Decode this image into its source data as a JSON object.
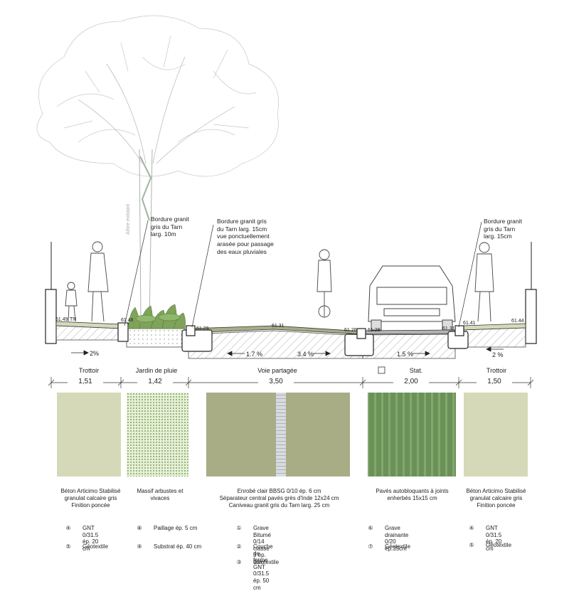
{
  "tree_label": "Arbre existant",
  "callouts": {
    "bordure_left": "Bordure granit\ngris du Tarn\nlarg. 10m",
    "bordure_center": "Bordure granit gris\ndu Tarn larg. 15cm\nvue ponctuellement\narasée pour passage\ndes eaux pluviales",
    "bordure_right": "Bordure granit\ngris du Tarn\nlarg. 15cm"
  },
  "elevations": [
    "61.49",
    "TN",
    "61.46",
    "61.29",
    "61.31",
    "61.26",
    "61.28",
    "61.31",
    "61.41",
    "61.44"
  ],
  "slopes": [
    "2%",
    "1.7 %",
    "3.4 %",
    "1.5 %",
    "2 %"
  ],
  "zones": [
    "Trottoir",
    "Jardin de pluie",
    "Voie partagée",
    "Stat.",
    "Trottoir"
  ],
  "dimensions": [
    "1,51",
    "1,42",
    "3,50",
    "2,00",
    "1,50"
  ],
  "colors": {
    "beton": "#d6d9b8",
    "garden": "#dcebc8",
    "enrobe": "#a8ad86",
    "pave_central": "#c4c7cc",
    "grass": "#7faa6a",
    "paves_gris": "#b4b4b4",
    "hatch": "#999999"
  },
  "materials": [
    "Béton Articimo Stabilisé\ngranulat calcaire gris\nFinition poncée",
    "Massif arbustes et\nvivaces",
    "Enrobé clair BBSG 0/10 ép. 6 cm\nSéparateur central pavés grès d'Inde 12x24 cm\nCaniveau granit gris du Tarn larg. 25 cm",
    "Pavés autobloquants à joints\nenherbés 15x15 cm",
    "Béton Articimo Stabilisé\ngranulat calcaire gris\nFinition poncée"
  ],
  "legend": [
    {
      "num": "④",
      "text": "GNT 0/31.5\nép. 20 cm"
    },
    {
      "num": "⑤",
      "text": "Géotextile"
    },
    {
      "num": "⑧",
      "text": "Paillage ép. 5 cm"
    },
    {
      "num": "⑨",
      "text": "Substrat ép. 40 cm"
    },
    {
      "num": "①",
      "text": "Grave Bitumé 0/14\nclasse 3 ép. 9cm"
    },
    {
      "num": "②",
      "text": "Couche de forme GNT\n0/31.5 ép. 50 cm"
    },
    {
      "num": "③",
      "text": "Géotextile"
    },
    {
      "num": "⑥",
      "text": "Grave drainante 0/20\nép.35cm"
    },
    {
      "num": "⑦",
      "text": "Géotextile"
    },
    {
      "num": "④",
      "text": "GNT 0/31.5\nép. 20 cm"
    },
    {
      "num": "⑤",
      "text": "Géotextile"
    }
  ]
}
